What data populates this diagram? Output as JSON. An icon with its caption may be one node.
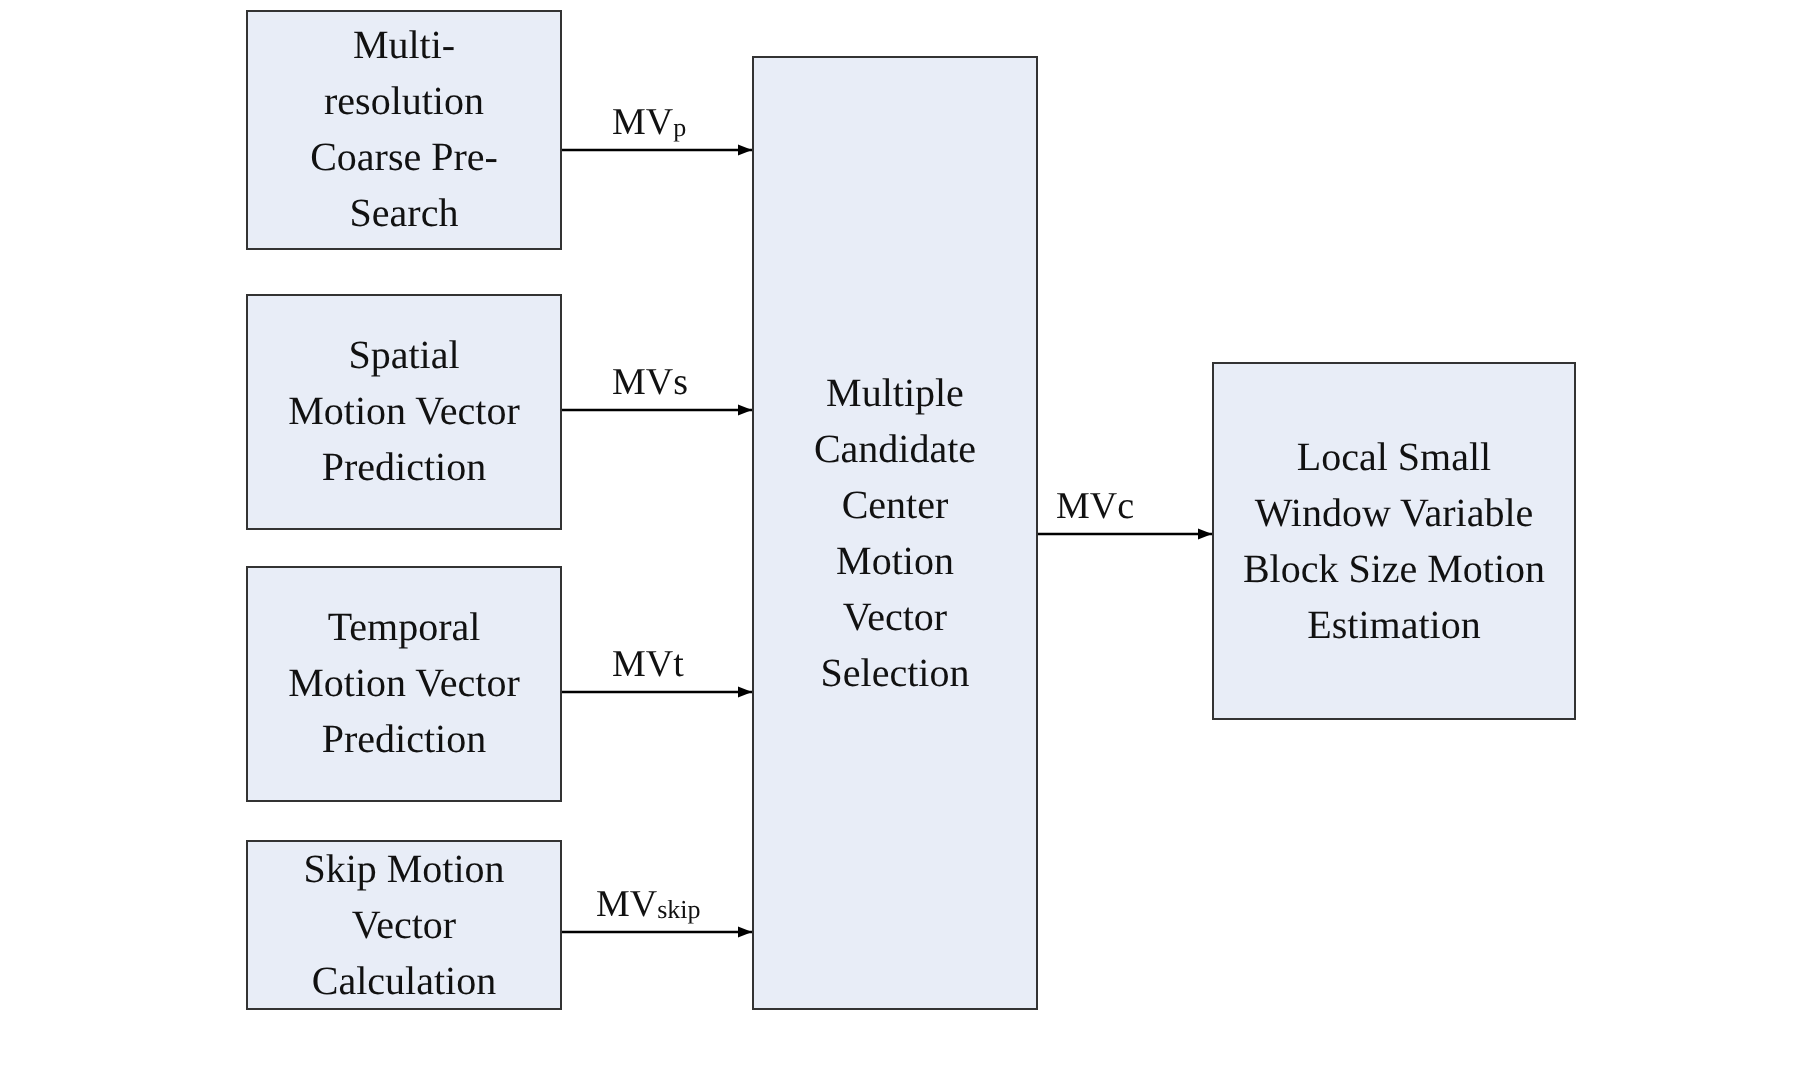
{
  "diagram": {
    "nodes": [
      {
        "text": [
          "Multi-resolution Coarse Pre-Search"
        ]
      },
      {
        "text": [
          "Spatial Motion Vector Prediction"
        ]
      },
      {
        "text": [
          "Temporal Motion Vector Prediction"
        ]
      },
      {
        "text": [
          "Skip Motion Vector Calculation"
        ]
      },
      {
        "text": [
          "Multiple Candidate Center Motion Vector Selection"
        ]
      },
      {
        "text": [
          "Local Small Window Variable Block Size Motion Estimation"
        ]
      }
    ],
    "edges": [
      {
        "from": 0,
        "to": 4,
        "arrow": "to",
        "label": "MV$_{p}$"
      },
      {
        "from": 1,
        "to": 4,
        "arrow": "to",
        "label": "MVs"
      },
      {
        "from": 2,
        "to": 4,
        "arrow": "to",
        "label": "MVt"
      },
      {
        "from": 3,
        "to": 4,
        "arrow": "to",
        "label": "MV$_{skip}$"
      },
      {
        "from": 4,
        "to": 5,
        "arrow": "to",
        "label": "MVc"
      }
    ]
  }
}
